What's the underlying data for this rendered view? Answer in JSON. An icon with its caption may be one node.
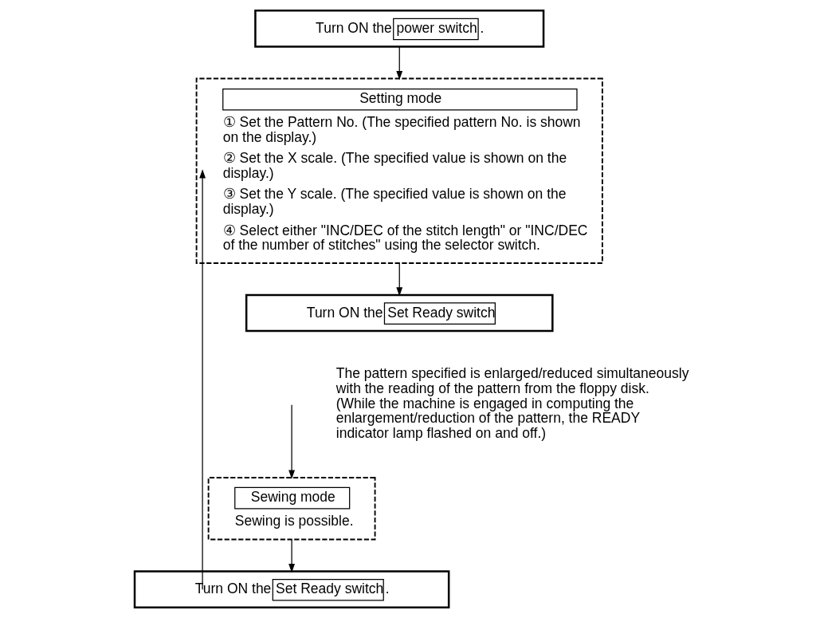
{
  "diagram": {
    "nodes": [
      {
        "text": [
          "Turn ON the",
          "power switch",
          "."
        ]
      },
      {
        "text": [
          "Setting mode",
          "① Set the Pattern No. (The specified pattern No. is shown on the display.)",
          "② Set the X scale. (The specified value is shown on the display.)",
          "③ Set the Y scale. (The specified value is shown on the display.)",
          "④ Select either \"INC/DEC of the stitch length\" or \"INC/DEC of the number of stitches\" using the selector switch."
        ]
      },
      {
        "text": [
          "Turn ON the",
          "Set Ready switch"
        ]
      },
      {
        "text": [
          "Sewing mode",
          "Sewing is possible."
        ]
      },
      {
        "text": [
          "Turn ON the",
          "Set Ready switch",
          "."
        ]
      }
    ],
    "edges": [
      {
        "from": 0,
        "to": 1,
        "arrow": "to"
      },
      {
        "from": 1,
        "to": 2,
        "arrow": "to"
      },
      {
        "from": null,
        "to": 3,
        "arrow": "to"
      },
      {
        "from": 3,
        "to": 4,
        "arrow": "to"
      },
      {
        "from": 4,
        "to": 1,
        "arrow": "to"
      }
    ],
    "labels": [
      "The pattern specified is enlarged/reduced simultaneously with the reading of the pattern from the floppy disk. (While the machine is engaged in computing the enlargement/reduction of the pattern, the READY indicator lamp flashed on and off.)"
    ]
  }
}
